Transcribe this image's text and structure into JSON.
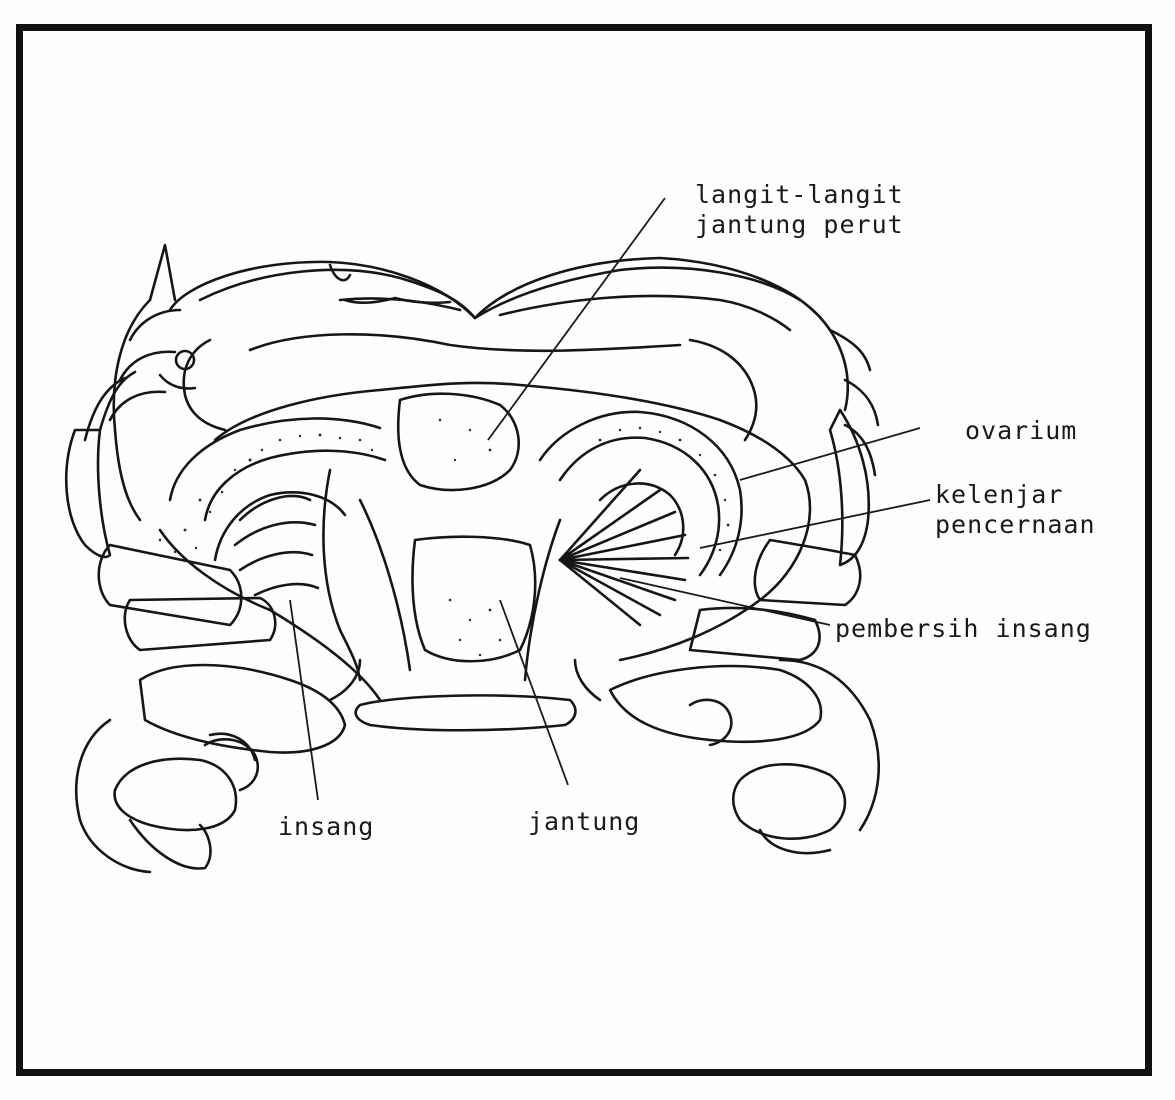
{
  "labels": {
    "langit_line1": "langit-langit",
    "langit_line2": "jantung perut",
    "ovarium": "ovarium",
    "kelenjar_line1": "kelenjar",
    "kelenjar_line2": "pencernaan",
    "pembersih": "pembersih insang",
    "insang": "insang",
    "jantung": "jantung"
  }
}
